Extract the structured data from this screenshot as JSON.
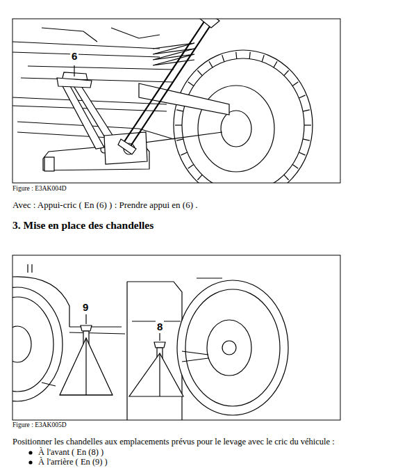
{
  "diagram": {
    "title": "3. Mise en place des chandelles",
    "labels": [
      "6",
      "Figure : E3AK004D",
      "Avec : Appui-cric ( En (6) ) : Prendre appui en (6) .",
      "9",
      "8",
      "Figure : E3AK005D",
      "Positionner les chandelles aux emplacements prévus pour le levage avec le cric du véhicule :",
      "À l'avant ( En (8) )",
      "À l'arrière ( En (9) )"
    ]
  }
}
